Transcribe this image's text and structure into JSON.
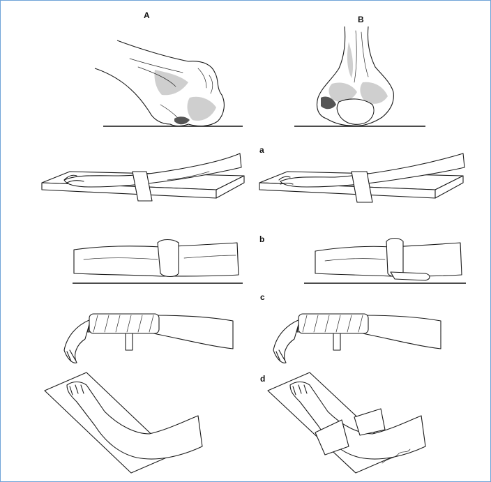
{
  "labels": {
    "panel_A": "A",
    "panel_B": "B",
    "row_a": "a",
    "row_b": "b",
    "row_c": "c",
    "row_d": "d"
  },
  "colors": {
    "frame_border": "#6fa3d8",
    "ink": "#1a1a1a",
    "background": "#ffffff"
  },
  "figures": [
    "elbow-bone-lateral",
    "elbow-bone-frontal",
    "arm-on-board-with-strap",
    "arm-on-board-with-strap-pronated",
    "arm-on-surface-with-pad",
    "arm-on-surface-with-strap-pad",
    "forearm-bandaged-hand-dangling",
    "forearm-bandaged-hand-dangling-alt",
    "arm-on-tilted-board",
    "arm-on-tilted-board-with-cushions"
  ]
}
